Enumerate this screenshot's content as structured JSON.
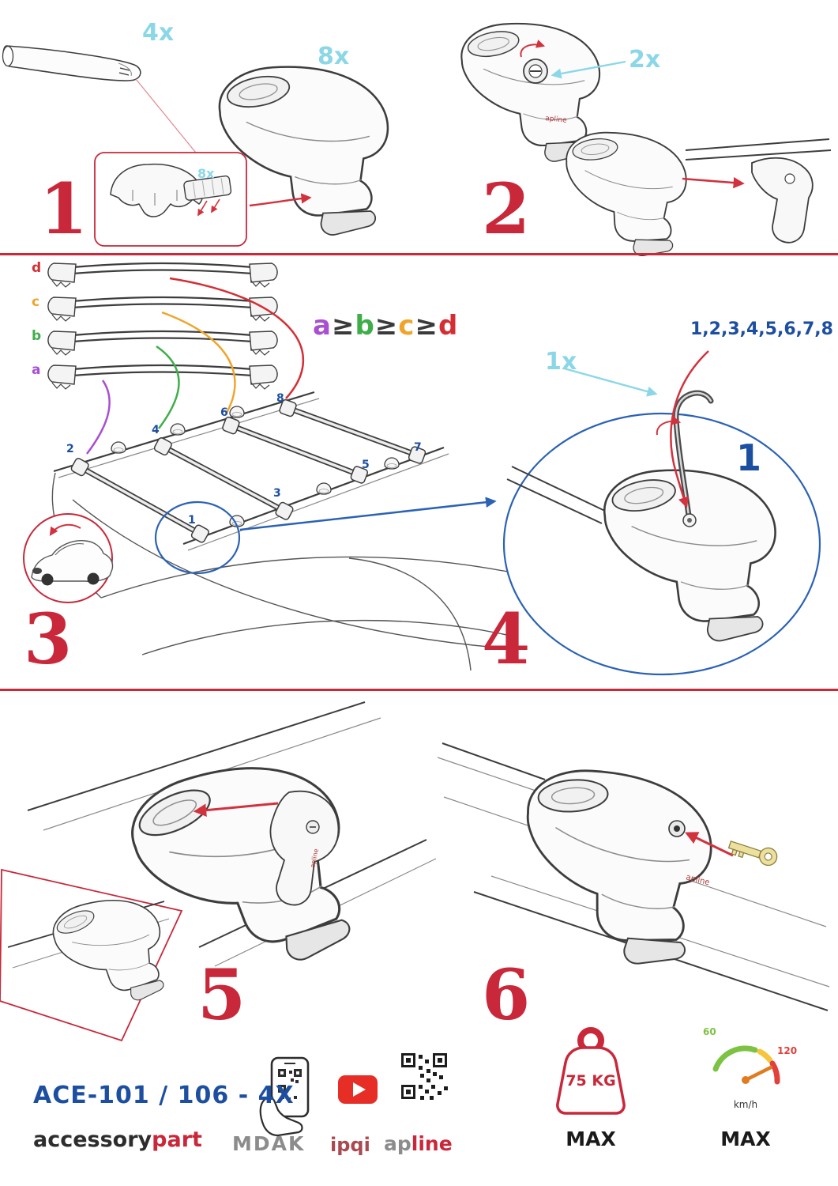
{
  "colors": {
    "red": "#c8283a",
    "arrow_red": "#d2323e",
    "cyan": "#8bd7e8",
    "blue": "#1d4fa1",
    "purple": "#a94fd2",
    "green": "#3fae49",
    "orange": "#f0a42a",
    "youtube_red": "#e62d26",
    "speed_green": "#7dc242",
    "speed_red": "#e2403a"
  },
  "step1": {
    "number": "1",
    "bar_qty": "4x",
    "foot_qty": "8x",
    "pad_qty": "8x"
  },
  "step2": {
    "number": "2",
    "knob_qty": "2x"
  },
  "step3": {
    "number": "3",
    "bar_labels": [
      "d",
      "c",
      "b",
      "a"
    ],
    "formula": [
      "a",
      "≥",
      "b",
      "≥",
      "c",
      "≥",
      "d"
    ],
    "positions": [
      "1",
      "2",
      "3",
      "4",
      "5",
      "6",
      "7",
      "8"
    ]
  },
  "step4": {
    "number": "4",
    "tool_qty": "1x",
    "sequence": "1,2,3,4,5,6,7,8",
    "first_position": "1"
  },
  "step5": {
    "number": "5"
  },
  "step6": {
    "number": "6"
  },
  "brand": {
    "foot_logo": "apline"
  },
  "footer": {
    "model": "ACE-101 / 106 - 4X",
    "brand_black": "accessory",
    "brand_red": "part",
    "logo_mdak": "MDAK",
    "logo_ipqi": "ipqi",
    "logo_ap": "ap",
    "logo_line": "line",
    "weight_value": "75 KG",
    "weight_max": "MAX",
    "speed_low": "60",
    "speed_high": "120",
    "speed_unit": "km/h",
    "speed_max": "MAX"
  }
}
